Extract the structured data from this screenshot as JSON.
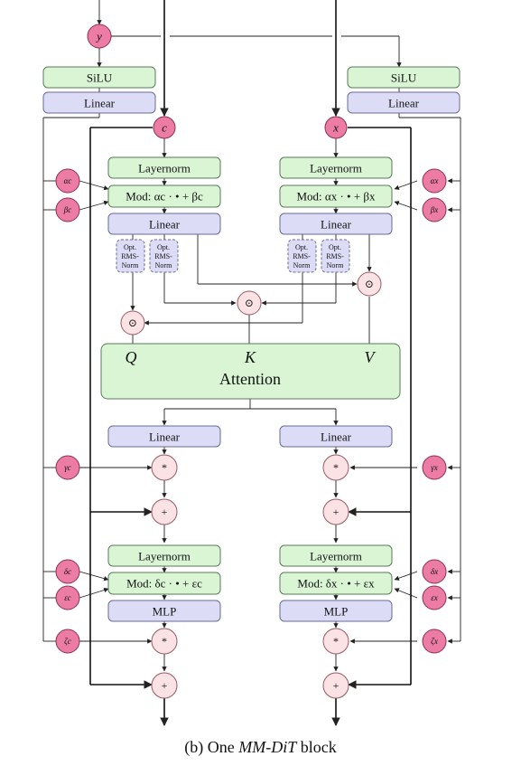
{
  "blocks": {
    "silu": "SiLU",
    "linear": "Linear",
    "layernorm": "Layernorm",
    "mod_attn_c": "Mod: αc · • + βc",
    "mod_attn_x": "Mod: αx · • + βx",
    "mod_mlp_c": "Mod: δc · • + εc",
    "mod_mlp_x": "Mod: δx · • + εx",
    "rmsnorm_line1": "Opt.",
    "rmsnorm_line2": "RMS-",
    "rmsnorm_line3": "Norm",
    "mlp": "MLP",
    "attention": "Attention",
    "q": "Q",
    "k": "K",
    "v": "V"
  },
  "inputs": {
    "y": "y",
    "c": "c",
    "x": "x"
  },
  "params": {
    "alpha_c": "αc",
    "beta_c": "βc",
    "gamma_c": "γc",
    "delta_c": "δc",
    "eps_c": "εc",
    "zeta_c": "ζc",
    "alpha_x": "αx",
    "beta_x": "βx",
    "gamma_x": "γx",
    "delta_x": "δx",
    "eps_x": "εx",
    "zeta_x": "ζx"
  },
  "ops": {
    "hadamard": "⊙",
    "mul": "*",
    "add": "+"
  },
  "caption": {
    "prefix": "(b) One ",
    "title": "MM-DiT",
    "suffix": " block"
  }
}
